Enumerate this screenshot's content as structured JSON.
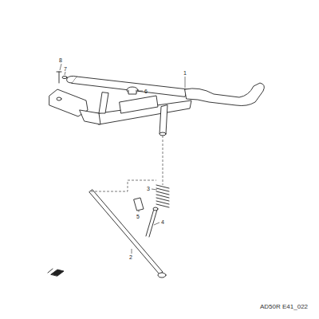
{
  "diagram": {
    "labels": [
      "8",
      "7",
      "6",
      "1",
      "3",
      "5",
      "4",
      "2",
      "AD50R E41_022"
    ]
  }
}
